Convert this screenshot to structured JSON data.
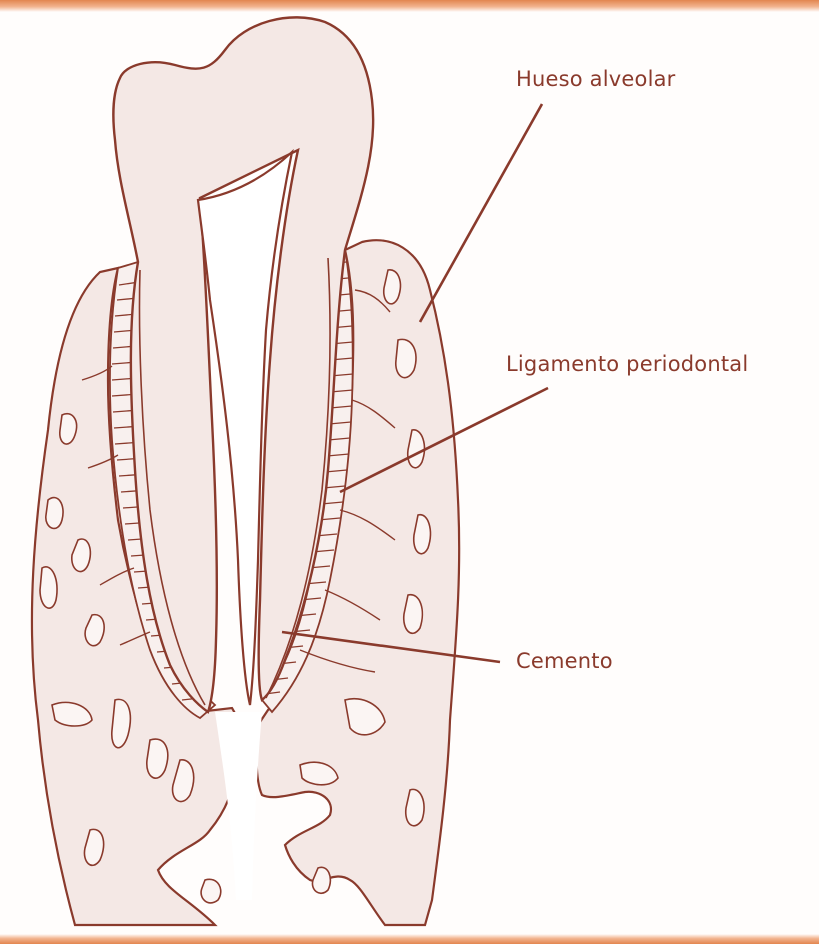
{
  "labels": {
    "hueso_alveolar": "Hueso alveolar",
    "ligamento_periodontal": "Ligamento periodontal",
    "cemento": "Cemento"
  },
  "colors": {
    "line": "#8a3a2c",
    "tissue_fill": "#f4e8e5",
    "label": "#8a3a2c",
    "accent_bar": "#e2864f"
  }
}
